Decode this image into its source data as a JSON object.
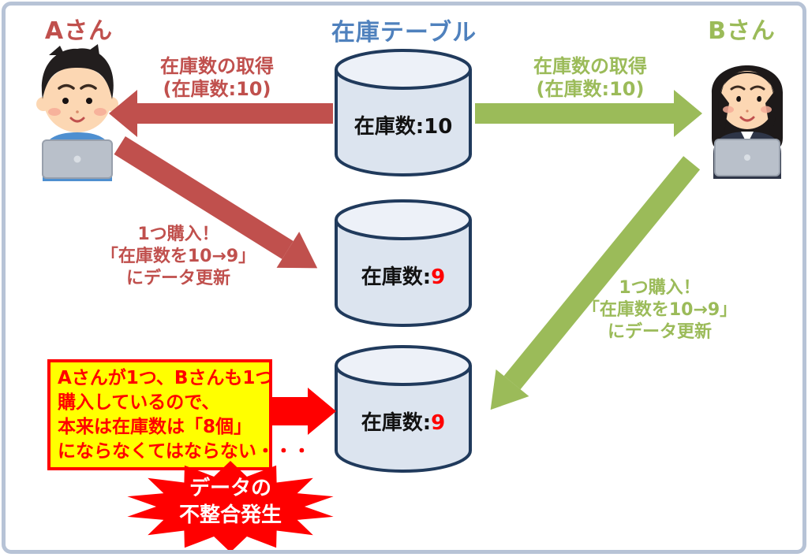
{
  "title": {
    "label": "在庫テーブル"
  },
  "actors": {
    "a": {
      "label": "Aさん"
    },
    "b": {
      "label": "Bさん"
    }
  },
  "cylinders": {
    "top": {
      "prefix": "在庫数:",
      "value": "10"
    },
    "middle": {
      "prefix": "在庫数:",
      "value": "9"
    },
    "bottom": {
      "prefix": "在庫数:",
      "value": "9"
    }
  },
  "labels": {
    "a_fetch": {
      "line1": "在庫数の取得",
      "line2": "(在庫数:10)"
    },
    "b_fetch": {
      "line1": "在庫数の取得",
      "line2": "(在庫数:10)"
    },
    "a_update": {
      "line1": "1つ購入！",
      "line2": "「在庫数を10→9」",
      "line3": "にデータ更新"
    },
    "b_update": {
      "line1": "1つ購入！",
      "line2": "「在庫数を10→9」",
      "line3": "にデータ更新"
    }
  },
  "note": {
    "line1": "Aさんが1つ、Bさんも1つ",
    "line2": "購入しているので、",
    "line3": "本来は在庫数は「8個」",
    "line4": "にならなくてはならない・・・"
  },
  "starburst": {
    "line1": "データの",
    "line2": "不整合発生"
  },
  "colors": {
    "actor_a_red": "#c0504d",
    "actor_b_green": "#9bbb59",
    "title_blue": "#4f81bd",
    "alert_red": "#ff0000",
    "note_bg_yellow": "#ffff00",
    "cylinder_fill": "#dce4ef",
    "cylinder_top_fill": "#edf1f8",
    "cylinder_border": "#203a5c",
    "frame_border": "#b7c3d6",
    "stock_value_red": "#ff0000"
  }
}
